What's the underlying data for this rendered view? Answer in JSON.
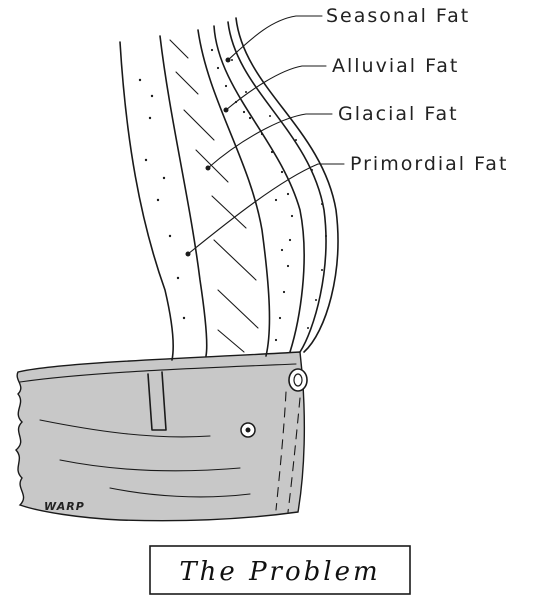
{
  "labels": {
    "seasonal": "Seasonal Fat",
    "alluvial": "Alluvial Fat",
    "glacial": "Glacial Fat",
    "primordial": "Primordial Fat"
  },
  "signature": "WARP",
  "caption": "The Problem",
  "colors": {
    "ink": "#1a1a1a",
    "pants": "#c8c8c8",
    "paper": "#ffffff"
  }
}
